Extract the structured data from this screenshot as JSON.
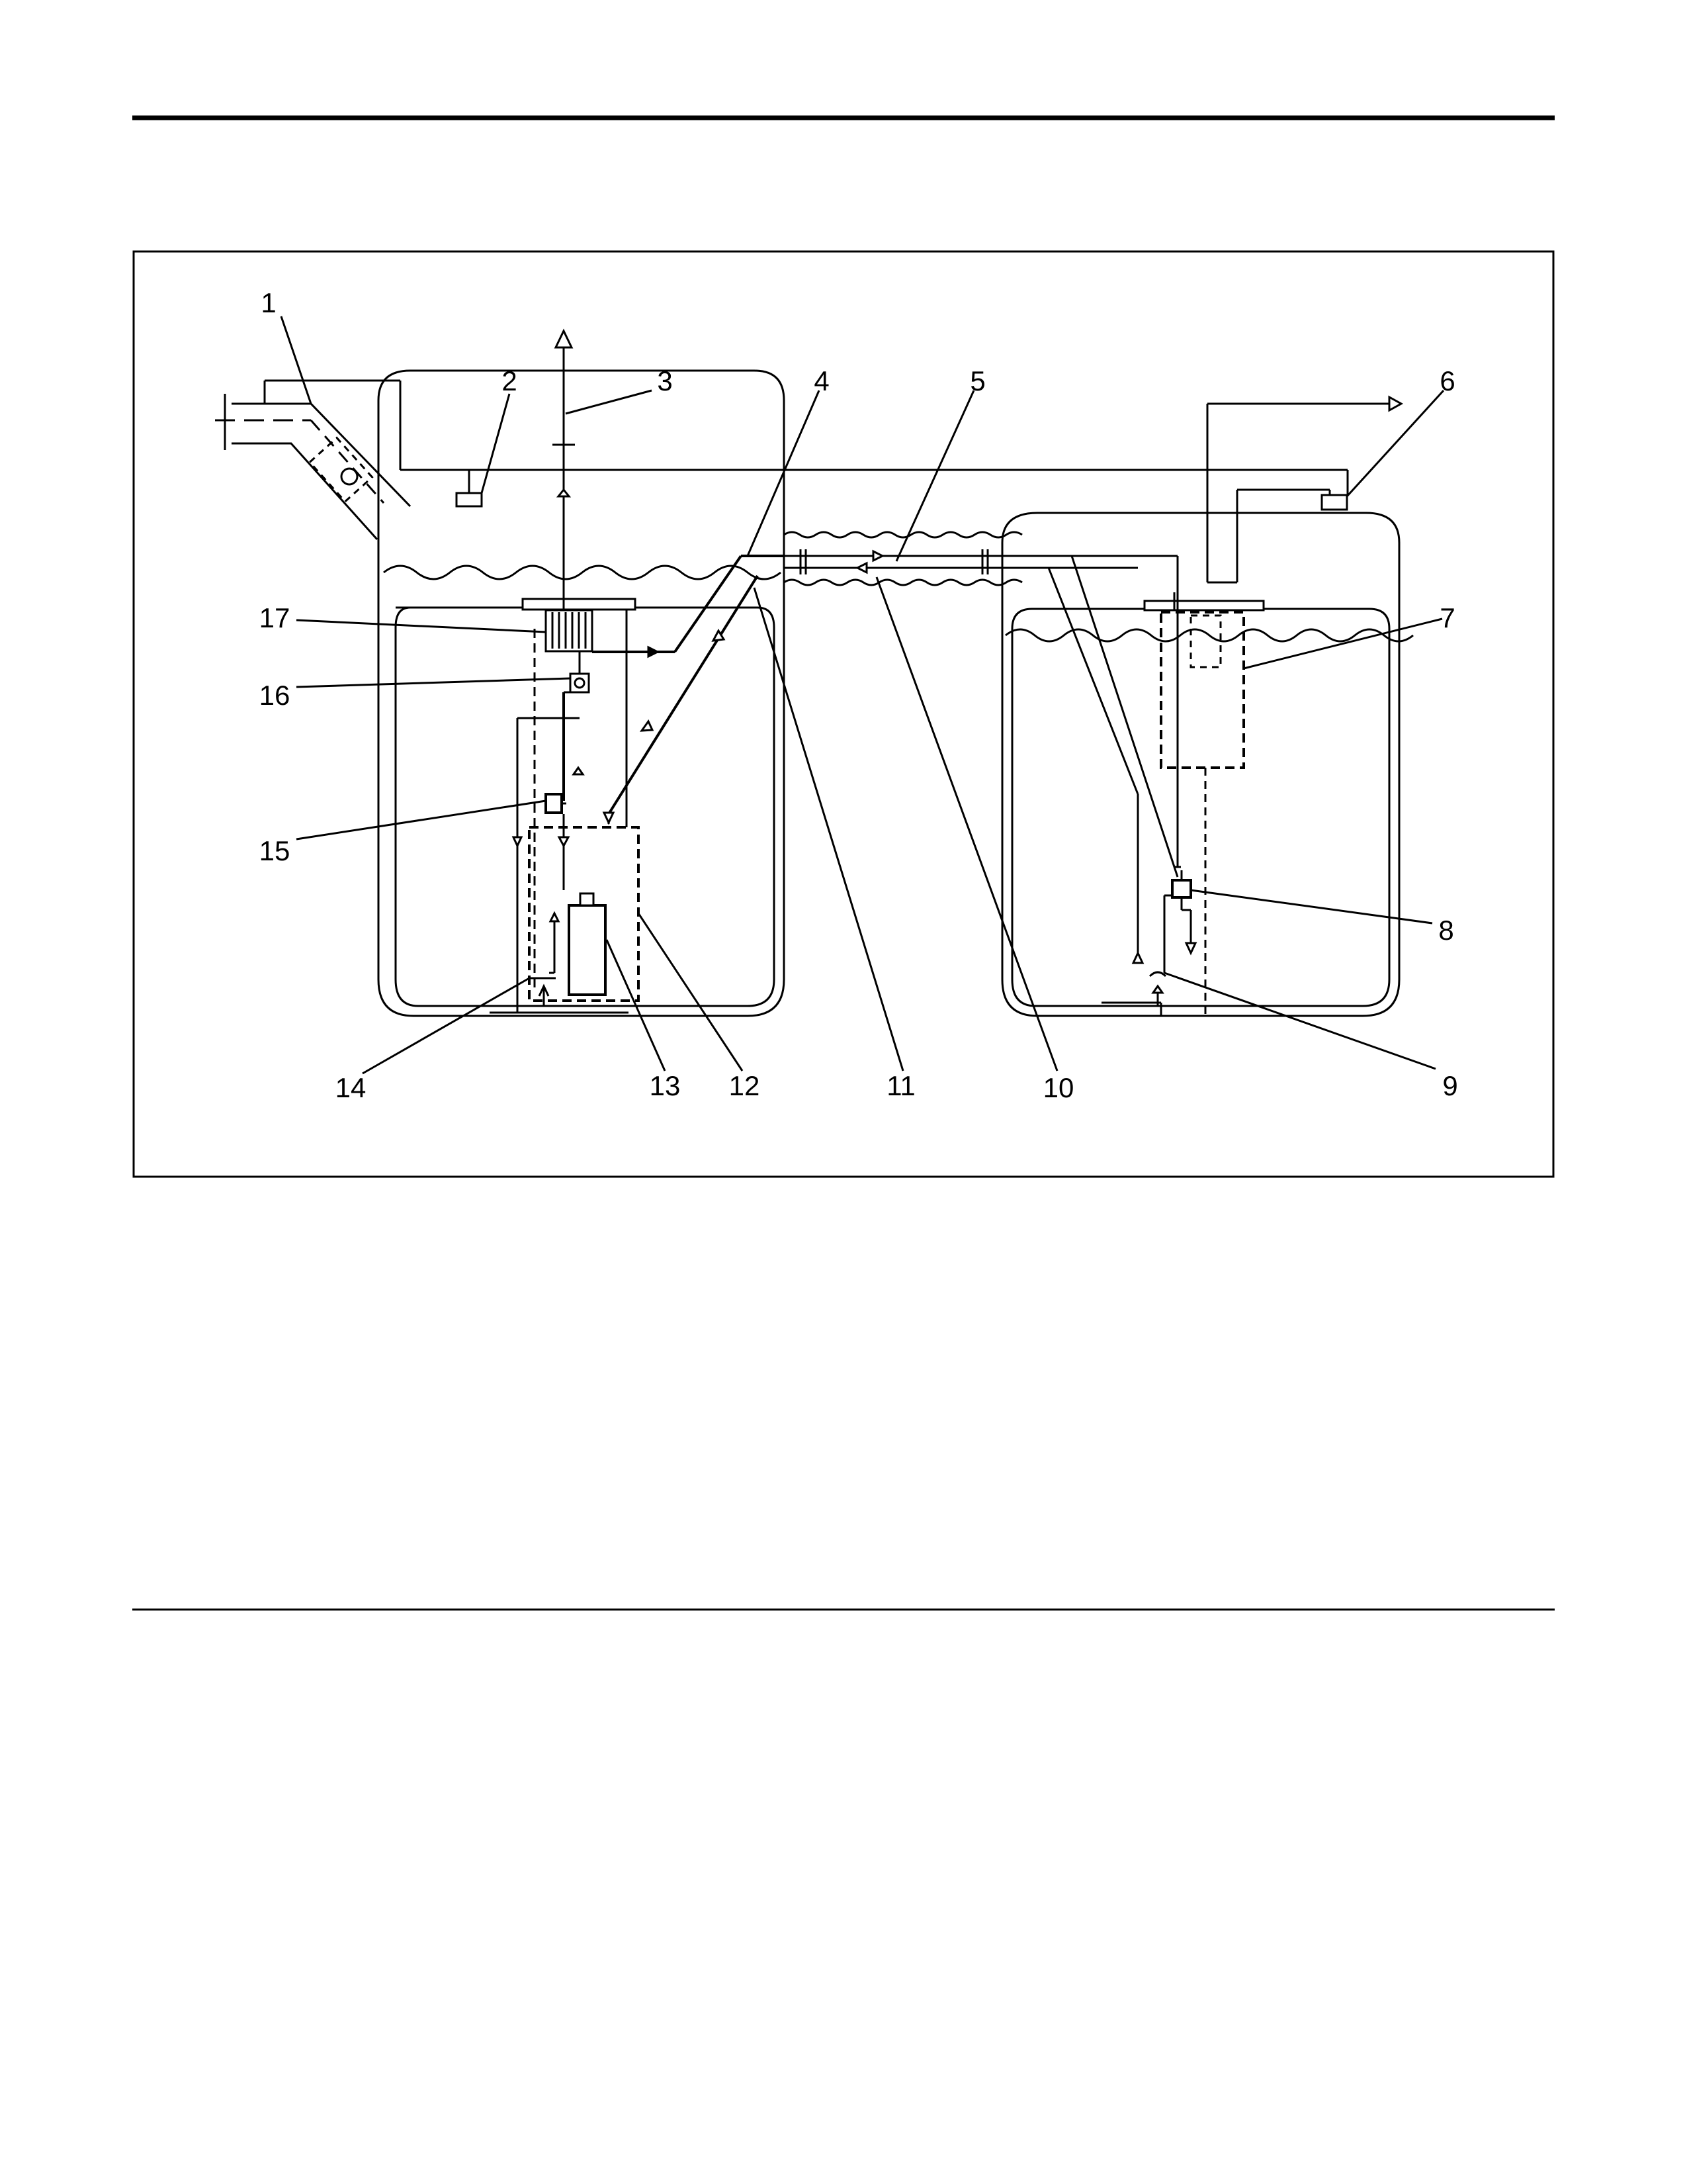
{
  "page": {
    "top_rule": true,
    "bottom_rule": true
  },
  "diagram": {
    "callouts": [
      "1",
      "2",
      "3",
      "4",
      "5",
      "6",
      "7",
      "8",
      "9",
      "10",
      "11",
      "12",
      "13",
      "14",
      "15",
      "16",
      "17"
    ]
  }
}
